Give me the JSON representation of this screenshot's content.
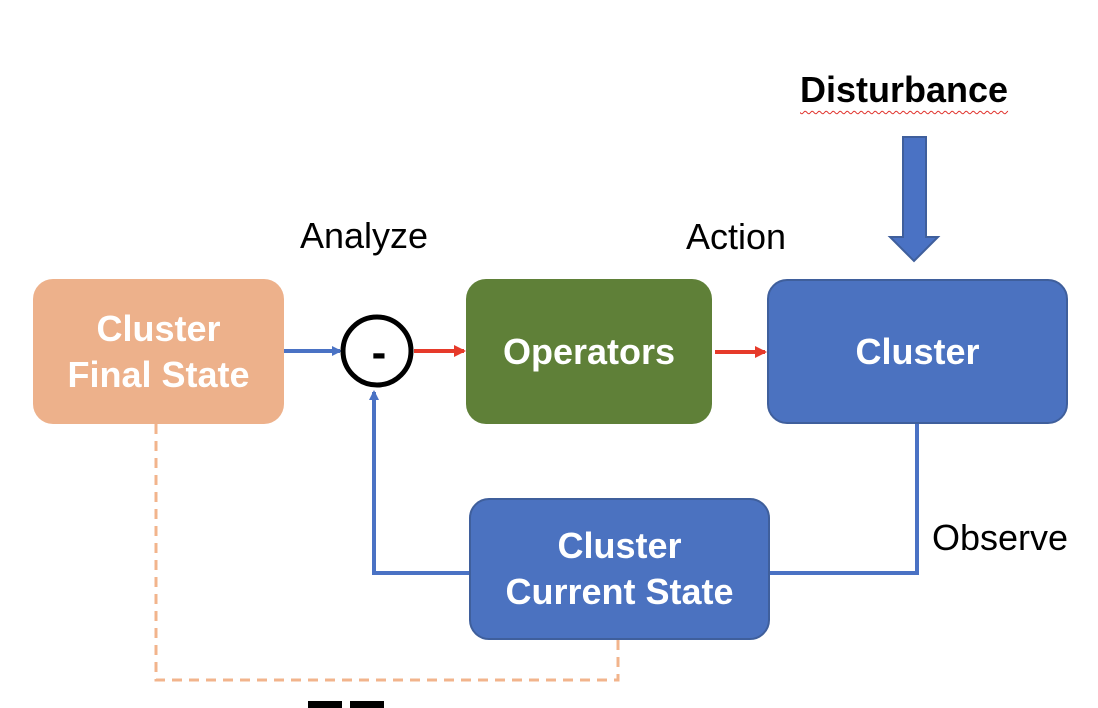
{
  "diagram": {
    "boxes": {
      "final_state": {
        "line1": "Cluster",
        "line2": "Final State"
      },
      "operators": {
        "label": "Operators"
      },
      "cluster": {
        "label": "Cluster"
      },
      "current_state": {
        "line1": "Cluster",
        "line2": "Current State"
      }
    },
    "labels": {
      "analyze": "Analyze",
      "action": "Action",
      "observe": "Observe",
      "disturbance": "Disturbance"
    },
    "comparator": {
      "symbol": "-"
    },
    "colors": {
      "final_state": "#edb18b",
      "operators": "#5f8038",
      "cluster": "#4b72c0",
      "feedback_arrow": "#4a72c4",
      "action_arrow": "#e63a2a",
      "dashed_link": "#f2b48c"
    }
  }
}
